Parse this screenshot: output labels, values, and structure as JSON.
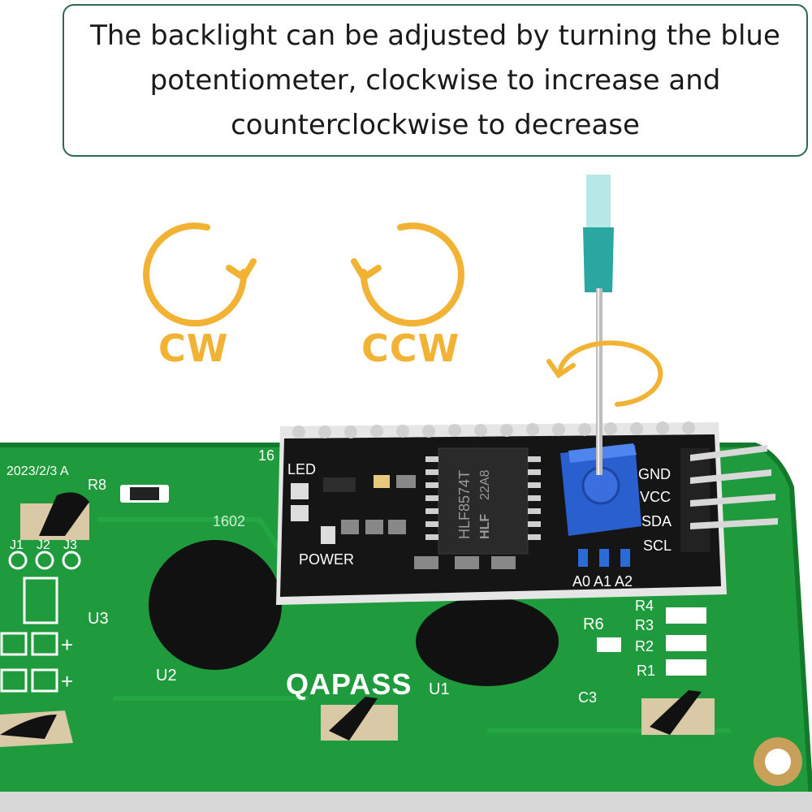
{
  "caption": {
    "text": "The backlight can be adjusted by turning the blue potentiometer, clockwise to increase and counterclockwise to decrease"
  },
  "arrows": {
    "cw_label": "CW",
    "ccw_label": "CCW",
    "color": "#f2b233"
  },
  "board": {
    "date_marking": "2023/2/3 A",
    "brand": "QAPASS",
    "lcd_labels": [
      "R8",
      "J1",
      "J2",
      "J3",
      "U3",
      "U2",
      "U1",
      "R6",
      "R4",
      "R3",
      "R2",
      "R1",
      "C3",
      "16",
      "1602"
    ],
    "lcd_pcb_color": "#1f9a3c"
  },
  "module": {
    "led_label": "LED",
    "power_label": "POWER",
    "chip_lines": [
      "HLF8574T",
      "HLF",
      "22A8"
    ],
    "pin_labels": [
      "GND",
      "VCC",
      "SDA",
      "SCL"
    ],
    "address_labels": "A0 A1 A2",
    "module_pcb_color": "#151515",
    "potentiometer_color": "#2a5fd0"
  }
}
